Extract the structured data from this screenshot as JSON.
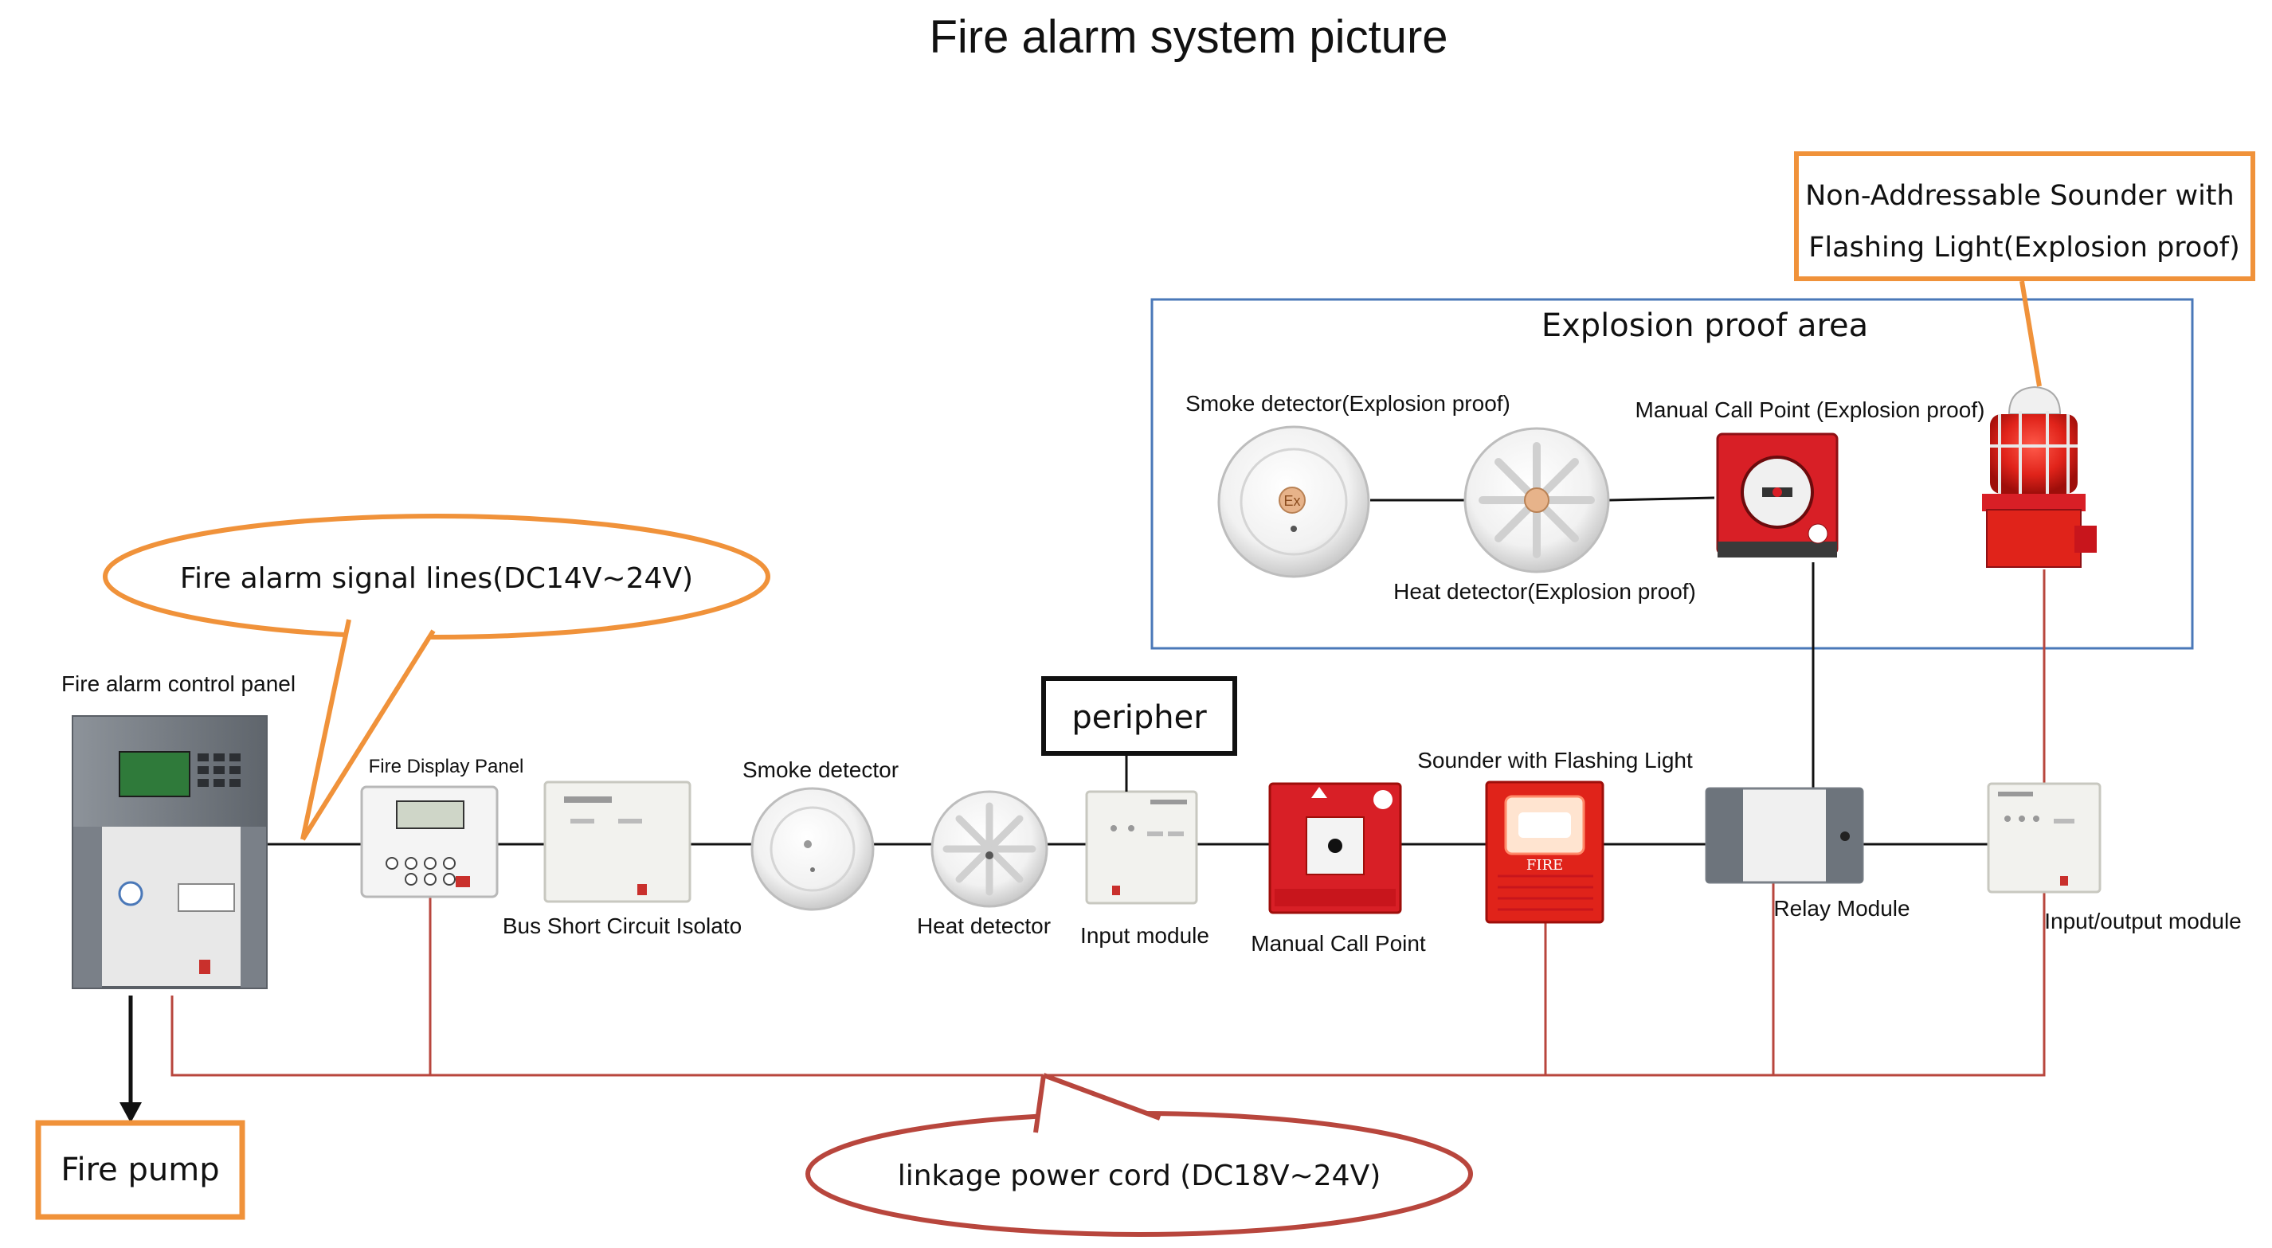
{
  "title": "Fire alarm system picture",
  "callouts": {
    "signal_lines": "Fire alarm signal lines(DC14V~24V)",
    "power_cord": "linkage power cord (DC18V~24V)",
    "sounder_ex": "Non-Addressable Sounder with Flashing Light(Explosion proof)",
    "peripher": "peripher",
    "fire_pump": "Fire pump"
  },
  "explosion_area": {
    "title": "Explosion proof area",
    "smoke": "Smoke detector(Explosion proof)",
    "heat": "Heat detector(Explosion proof)",
    "mcp": "Manual Call Point (Explosion proof)",
    "ex_mark": "Ex"
  },
  "devices": {
    "control_panel": "Fire alarm control panel",
    "display_panel": "Fire Display Panel",
    "isolator": "Bus Short Circuit Isolato",
    "smoke": "Smoke detector",
    "heat": "Heat detector",
    "input_module": "Input module",
    "manual_call_point": "Manual Call Point",
    "sounder": "Sounder with Flashing Light",
    "relay": "Relay Module",
    "io_module": "Input/output module"
  },
  "sounder_face_text": "FIRE",
  "colors": {
    "orange": "#f0923a",
    "signal_red": "#b8463d",
    "area_blue": "#4a78b8",
    "device_red": "#d81f26"
  }
}
